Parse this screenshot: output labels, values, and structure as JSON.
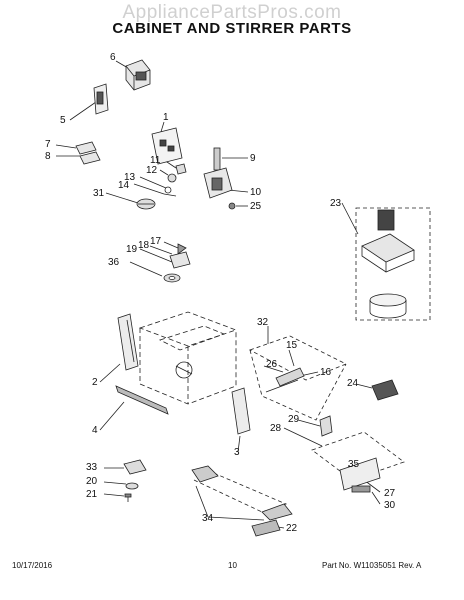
{
  "watermark": "AppliancePartsPros.com",
  "title": "CABINET AND STIRRER PARTS",
  "callouts": [
    "1",
    "2",
    "3",
    "4",
    "5",
    "6",
    "7",
    "8",
    "9",
    "10",
    "11",
    "12",
    "13",
    "14",
    "15",
    "16",
    "17",
    "18",
    "19",
    "20",
    "21",
    "22",
    "23",
    "24",
    "25",
    "26",
    "27",
    "28",
    "29",
    "30",
    "31",
    "32",
    "33",
    "34",
    "35",
    "36"
  ],
  "footer": {
    "date": "10/17/2016",
    "page": "10",
    "part_number": "Part No. W11035051  Rev. A"
  }
}
